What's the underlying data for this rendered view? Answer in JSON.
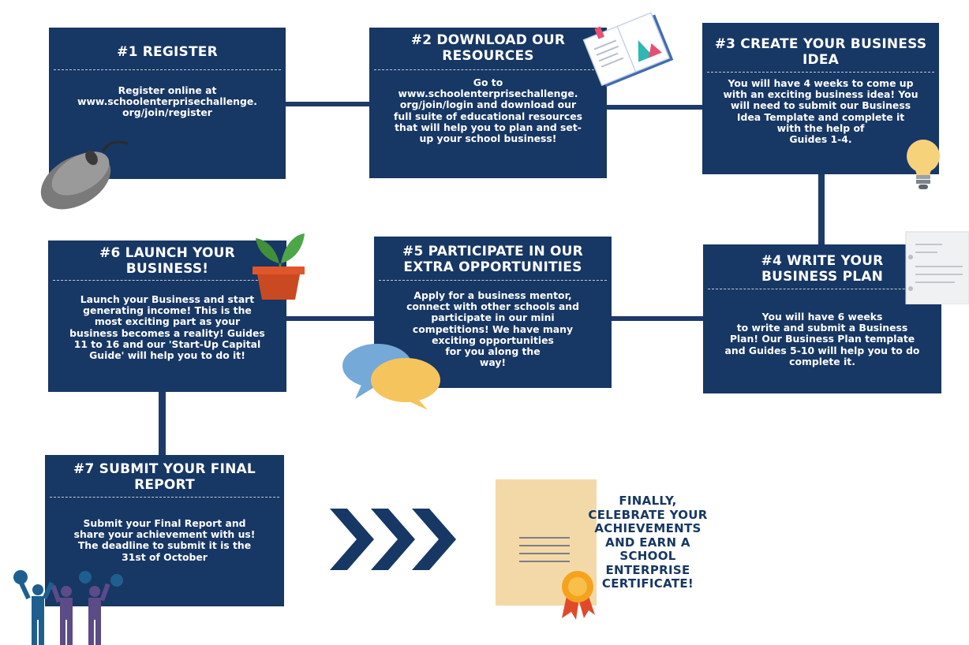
{
  "steps": {
    "s1": {
      "title": "#1 REGISTER",
      "body": "Register online at\nwww.schoolenterprisechallenge.\norg/join/register"
    },
    "s2": {
      "title": "#2 DOWNLOAD OUR\nRESOURCES",
      "body": "Go to\nwww.schoolenterprisechallenge.\norg/join/login and download our\nfull suite of educational resources\nthat will help you to plan and set-\nup your school business!"
    },
    "s3": {
      "title": "#3 CREATE YOUR BUSINESS\nIDEA",
      "body": "You will have 4 weeks to come up\nwith an exciting business idea! You\nwill need to submit our Business\nIdea Template and complete it\nwith the help of\nGuides 1-4."
    },
    "s4": {
      "title": "#4 WRITE YOUR\nBUSINESS PLAN",
      "body": "You will have 6 weeks\nto write and submit a Business\nPlan! Our Business Plan template\nand Guides 5-10 will help you to do\ncomplete it."
    },
    "s5": {
      "title": "#5 PARTICIPATE IN OUR\nEXTRA OPPORTUNITIES",
      "body": "Apply for a business mentor,\nconnect with other schools and\nparticipate in our mini\ncompetitions! We have many\nexciting opportunities\nfor you along the\nway!"
    },
    "s6": {
      "title": "#6 LAUNCH YOUR\nBUSINESS!",
      "body": "Launch your Business and start\ngenerating income! This is the\nmost exciting part as your\nbusiness becomes a reality! Guides\n11 to 16 and our 'Start-Up Capital\nGuide' will help you to do it!"
    },
    "s7": {
      "title": "#7 SUBMIT YOUR FINAL\nREPORT",
      "body": "Submit your Final Report and\nshare your achievement with us!\nThe deadline to submit it is the\n31st of October"
    }
  },
  "final": {
    "text": "FINALLY,\nCELEBRATE YOUR\nACHIEVEMENTS\nAND EARN A\nSCHOOL\nENTERPRISE\nCERTIFICATE!"
  },
  "colors": {
    "box": "#173764",
    "connector": "#1e3a6a",
    "arrow": "#173764",
    "certificate": "#f4d9a8",
    "seal": "#f5a31e"
  },
  "icons": {
    "s1": "computer-mouse-icon",
    "s2": "document-chart-icon",
    "s3": "lightbulb-icon",
    "s4": "paper-sheet-icon",
    "s5": "speech-bubbles-icon",
    "s6": "potted-plant-icon",
    "s7": "celebrating-people-icon",
    "arrows": "triple-chevron-arrow-icon",
    "final": "certificate-icon"
  }
}
